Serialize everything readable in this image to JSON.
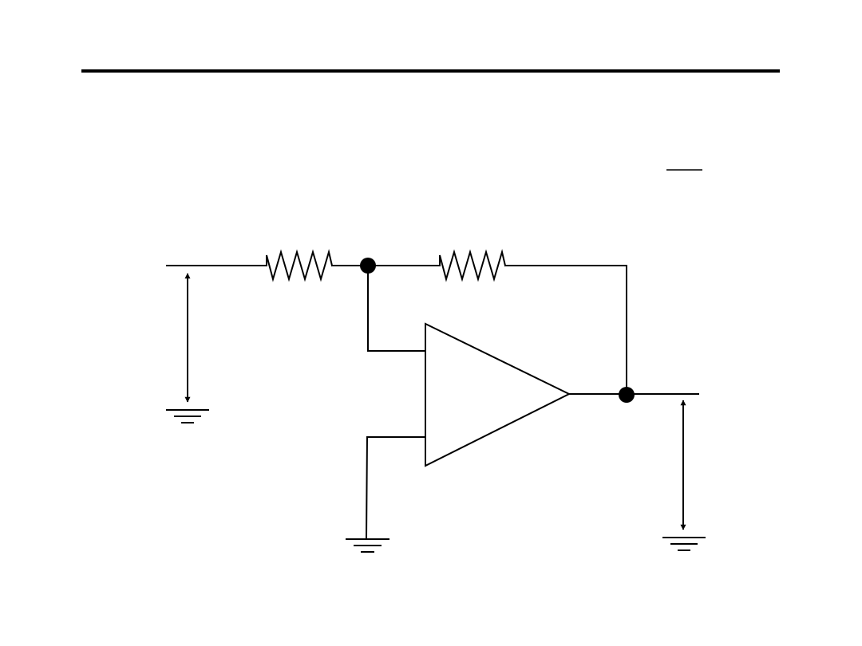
{
  "colors": {
    "background": "#ffffff",
    "ink": "#000000"
  },
  "slide": {
    "title": "",
    "fraction_text": ""
  },
  "circuit": {
    "kind": "inverting amplifier schematic",
    "components": {
      "input_resistor": "resistor",
      "feedback_resistor": "resistor",
      "op_amp": "op-amp-triangle",
      "junction_nodes": 2,
      "ground_symbols": 3,
      "voltage_arrows": 2
    }
  }
}
